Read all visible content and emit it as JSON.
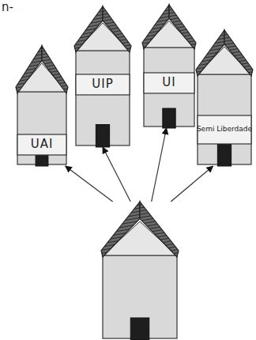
{
  "diagram": {
    "nodes": [
      {
        "text": [
          "UAI"
        ]
      },
      {
        "text": [
          "UIP"
        ]
      },
      {
        "text": [
          "UI"
        ]
      },
      {
        "text": [
          "Semi Liberdade"
        ]
      },
      {
        "text": []
      }
    ],
    "edges": [
      {
        "from": 4,
        "to": 0,
        "arrow": "to"
      },
      {
        "from": 4,
        "to": 1,
        "arrow": "to"
      },
      {
        "from": 4,
        "to": 2,
        "arrow": "to"
      },
      {
        "from": 4,
        "to": 3,
        "arrow": "to"
      }
    ],
    "labels": [
      "n-"
    ]
  }
}
